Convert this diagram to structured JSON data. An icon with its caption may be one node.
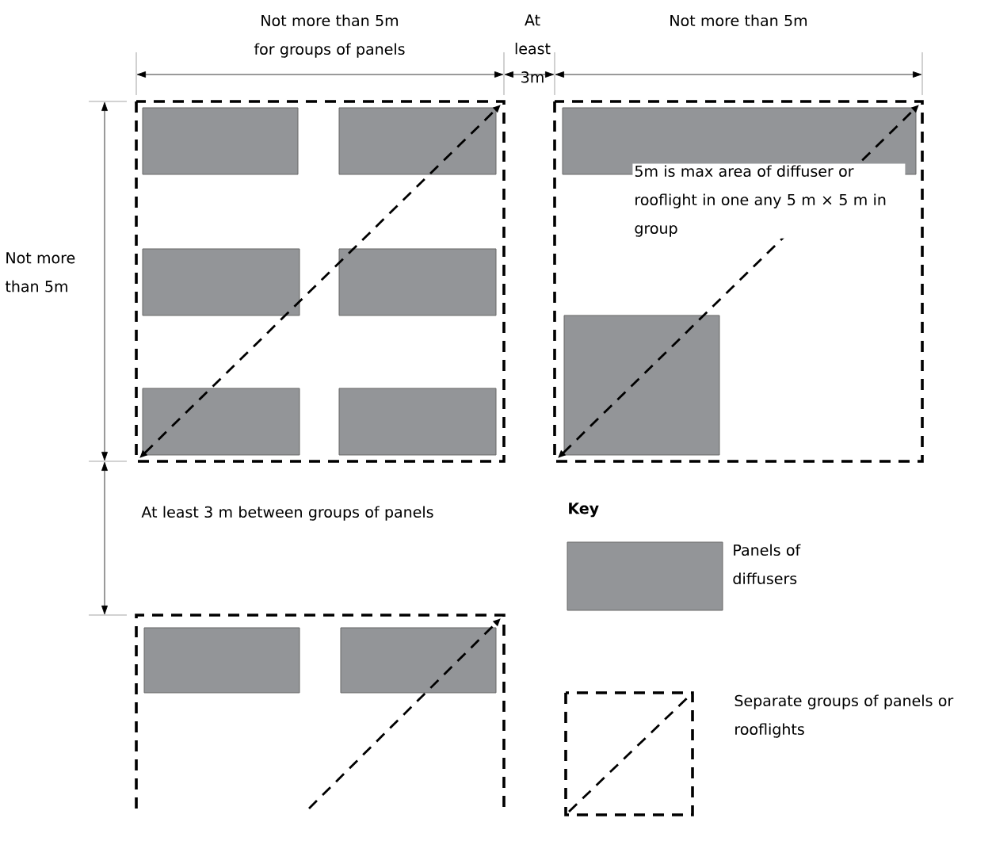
{
  "diagram": {
    "labels": [
      "Not more than 5m for groups of panels",
      "At least 3m",
      "Not more than 5m",
      "5m is max area of diffuser or rooflight in one any 5 m × 5 m in group",
      "Not more than 5m",
      "At least 3 m between groups of panels",
      "Key"
    ],
    "legend": [
      {
        "text": "Panels of diffusers",
        "color": "#939598"
      },
      {
        "text": "Separate groups of panels or rooflights"
      }
    ]
  }
}
